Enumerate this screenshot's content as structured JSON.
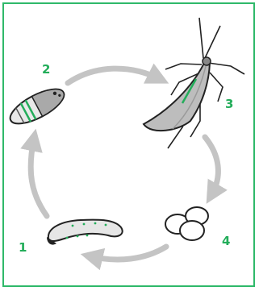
{
  "steps": [
    {
      "number": "1",
      "icon": "larva-icon"
    },
    {
      "number": "2",
      "icon": "pupa-icon"
    },
    {
      "number": "3",
      "icon": "adult-moth-icon"
    },
    {
      "number": "4",
      "icon": "eggs-icon"
    }
  ],
  "colors": {
    "accent_green": "#23ad5a",
    "frame_green": "#2fb96a",
    "arrow_gray": "#c4c4c4",
    "body_gray": "#bdbdbd",
    "dark_gray": "#888888",
    "outline": "#222222"
  }
}
